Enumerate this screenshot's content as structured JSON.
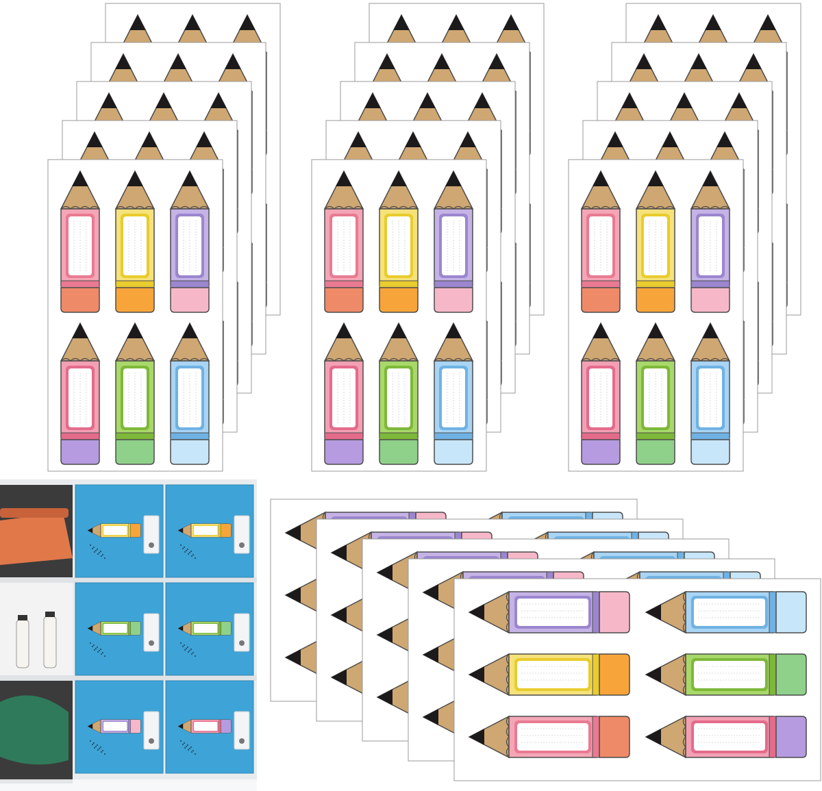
{
  "pencil_colors": {
    "pink": {
      "body": "#f4a6b6",
      "label": "#e97a92",
      "end": "#ef8a68"
    },
    "yellow": {
      "body": "#f6e27a",
      "label": "#e9cc2e",
      "end": "#f7a53a"
    },
    "purple": {
      "body": "#c5b3e6",
      "label": "#9b86cf",
      "end": "#f6b8c8"
    },
    "magenta": {
      "body": "#f3a0b4",
      "label": "#e46b8b",
      "end": "#b69be0"
    },
    "green": {
      "body": "#a9d86a",
      "label": "#7eb83a",
      "end": "#8fd18a"
    },
    "blue": {
      "body": "#a9d4f4",
      "label": "#6fb2e3",
      "end": "#c8e6fa"
    },
    "wood": "#cfa772",
    "lead": "#1c1a1a",
    "outline": "#4b4b4b"
  },
  "vertical_sheet": {
    "rows": [
      [
        "pink",
        "yellow",
        "purple"
      ],
      [
        "magenta",
        "green",
        "blue"
      ]
    ]
  },
  "horizontal_sheet": {
    "rows": [
      [
        "purple",
        "blue"
      ],
      [
        "yellow",
        "green"
      ],
      [
        "pink",
        "magenta"
      ]
    ]
  },
  "locker": {
    "door_color": "#3ea3d6",
    "frame_color": "#e9ecee",
    "shelf_items": [
      "orange-basket",
      "bottles",
      "green-helmet"
    ]
  }
}
